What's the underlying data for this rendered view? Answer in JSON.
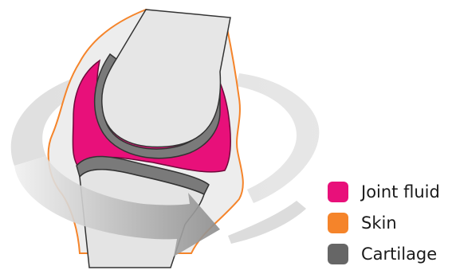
{
  "legend": {
    "items": [
      {
        "label": "Joint fluid",
        "color": "#e8107a"
      },
      {
        "label": "Skin",
        "color": "#f5842a"
      },
      {
        "label": "Cartilage",
        "color": "#666666"
      }
    ]
  },
  "colors": {
    "bone": "#e6e6e6",
    "tissue": "#ececec",
    "arrow": "#c4c4c4",
    "outline": "#333333"
  }
}
